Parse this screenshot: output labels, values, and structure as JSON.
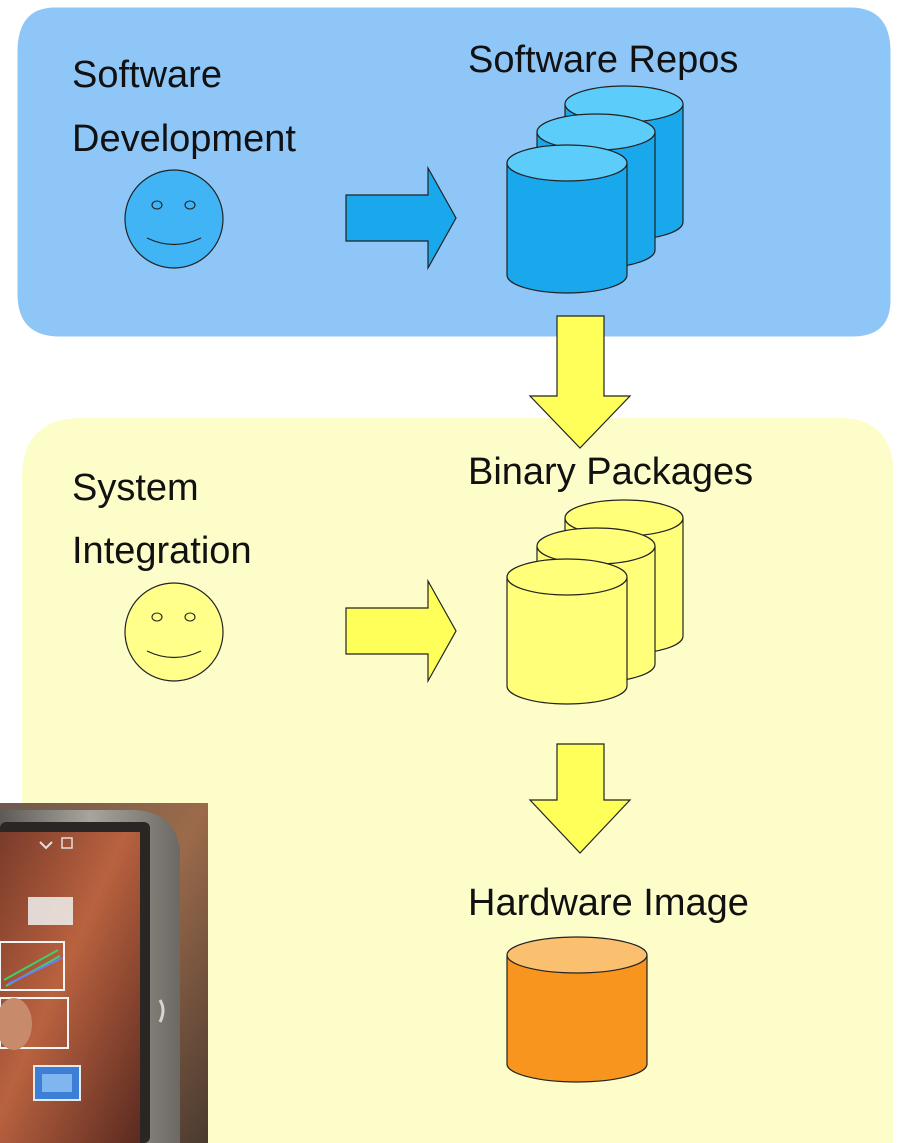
{
  "development_panel": {
    "role_line1": "Software",
    "role_line2": "Development",
    "repo_label": "Software Repos",
    "color": "#8ec6f8"
  },
  "integration_panel": {
    "role_line1": "System",
    "role_line2": "Integration",
    "packages_label": "Binary Packages",
    "image_label": "Hardware Image",
    "color": "#fdfdc9"
  },
  "colors": {
    "repo_db": "#19a8ec",
    "repo_db_top": "#5ccdfa",
    "package_db": "#ffff7a",
    "image_db": "#f7951f",
    "image_db_top": "#fbbf70",
    "blue_arrow": "#19a8ec",
    "yellow_arrow": "#ffff59",
    "blue_face": "#40b4f4",
    "yellow_face": "#ffff8a"
  },
  "icons": [
    "smiley-face-icon",
    "database-cylinder-icon",
    "arrow-right-icon",
    "arrow-down-icon",
    "tablet-device-photo"
  ]
}
